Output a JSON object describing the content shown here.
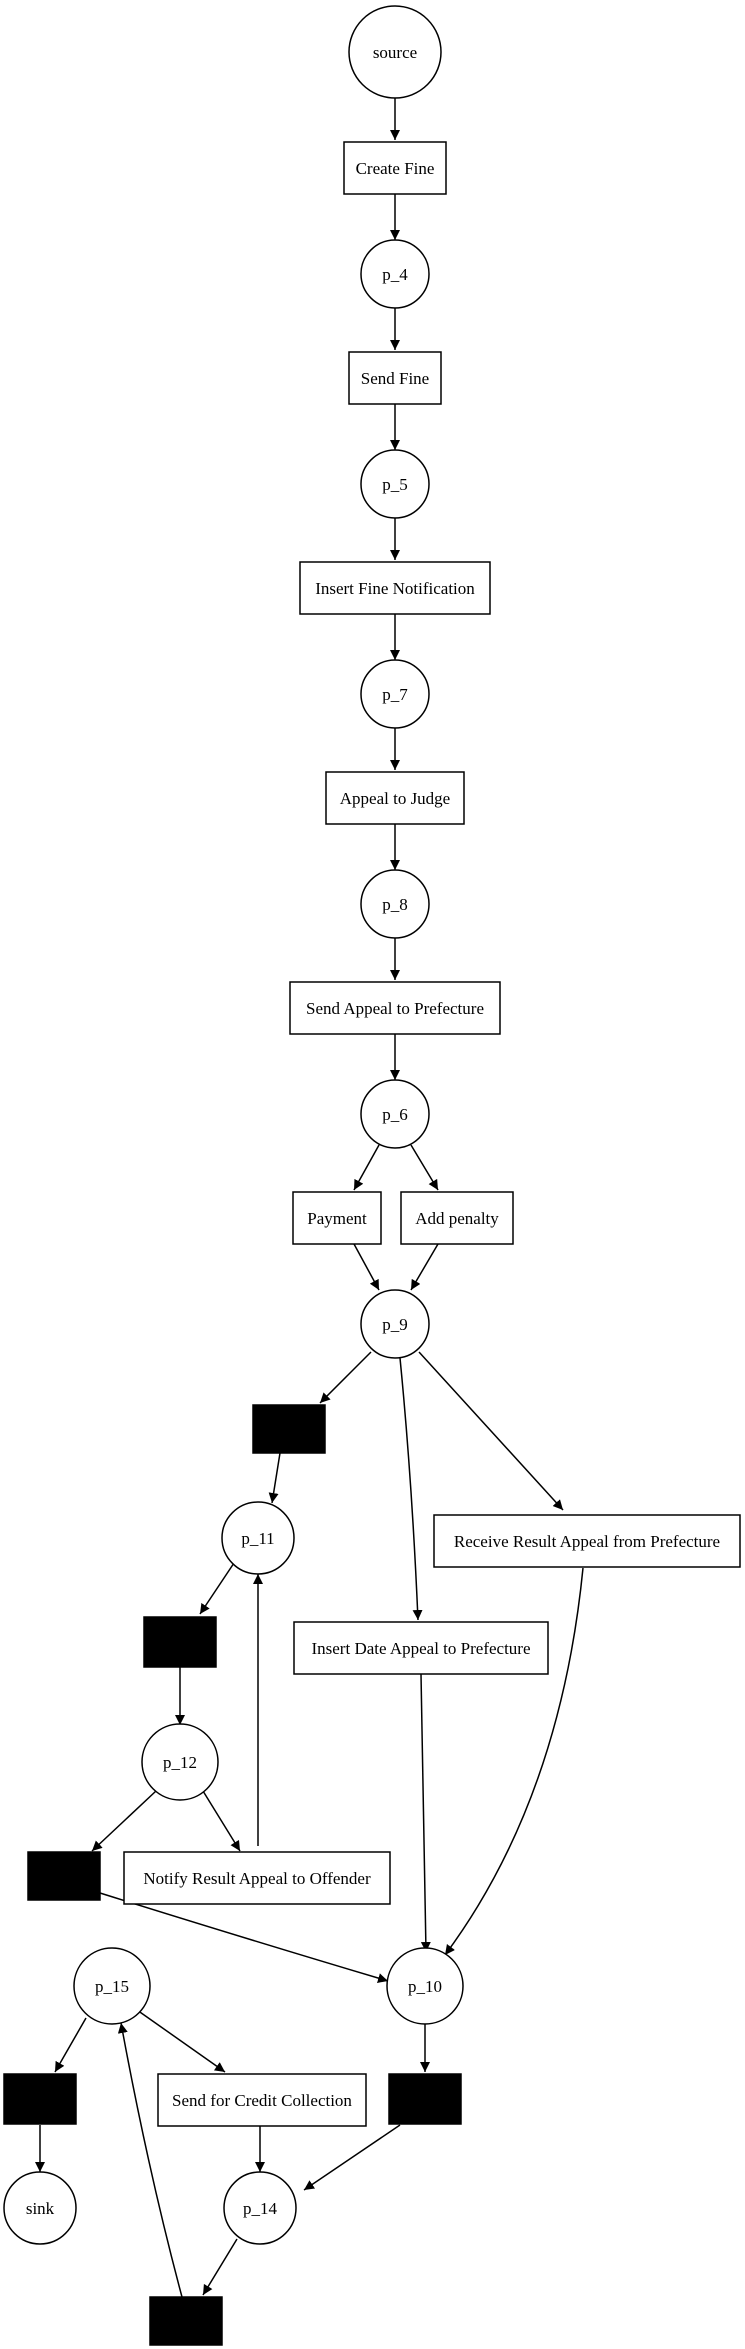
{
  "diagram": {
    "places": {
      "source": "source",
      "p_4": "p_4",
      "p_5": "p_5",
      "p_7": "p_7",
      "p_8": "p_8",
      "p_6": "p_6",
      "p_9": "p_9",
      "p_11": "p_11",
      "p_12": "p_12",
      "p_10": "p_10",
      "p_15": "p_15",
      "p_14": "p_14",
      "sink": "sink"
    },
    "transitions": {
      "create_fine": "Create Fine",
      "send_fine": "Send Fine",
      "insert_fine_notification": "Insert Fine Notification",
      "appeal_to_judge": "Appeal to Judge",
      "send_appeal_to_prefecture": "Send Appeal to Prefecture",
      "payment": "Payment",
      "add_penalty": "Add penalty",
      "receive_result_appeal": "Receive Result Appeal from Prefecture",
      "insert_date_appeal": "Insert Date Appeal to Prefecture",
      "notify_result_appeal": "Notify Result Appeal to Offender",
      "send_for_credit_collection": "Send for Credit Collection"
    }
  }
}
